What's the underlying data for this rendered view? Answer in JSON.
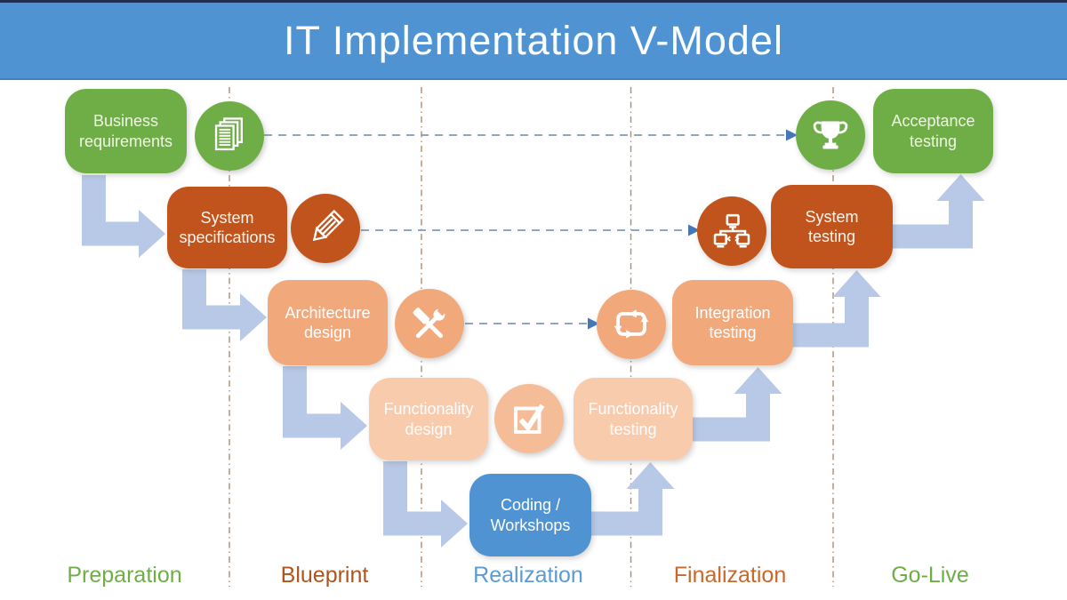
{
  "header": {
    "title": "IT Implementation V-Model"
  },
  "nodes": [
    {
      "id": "business-requirements",
      "label": "Business requirements"
    },
    {
      "id": "system-specifications",
      "label": "System specifications"
    },
    {
      "id": "architecture-design",
      "label": "Architecture design"
    },
    {
      "id": "functionality-design",
      "label": "Functionality design"
    },
    {
      "id": "coding-workshops",
      "label": "Coding / Workshops"
    },
    {
      "id": "functionality-testing",
      "label": "Functionality testing"
    },
    {
      "id": "integration-testing",
      "label": "Integration testing"
    },
    {
      "id": "system-testing",
      "label": "System testing"
    },
    {
      "id": "acceptance-testing",
      "label": "Acceptance testing"
    }
  ],
  "milestone_icons": [
    "documents-icon",
    "pencil-icon",
    "tools-icon",
    "checklist-icon",
    "loop-icon",
    "network-icon",
    "trophy-icon"
  ],
  "phases": [
    {
      "label": "Preparation",
      "color": "#6fae47"
    },
    {
      "label": "Blueprint",
      "color": "#b0541b"
    },
    {
      "label": "Realization",
      "color": "#5b9bd5"
    },
    {
      "label": "Finalization",
      "color": "#c8682a"
    },
    {
      "label": "Go-Live",
      "color": "#6fae47"
    }
  ],
  "colors": {
    "header_bg": "#4f93d3",
    "green": "#6fae47",
    "dark_orange": "#c0541c",
    "mid_orange": "#f1a97c",
    "light_orange": "#f8cbad",
    "blue": "#4f93d3",
    "flow_arrow": "#b8c9e7",
    "dashed_connector": "#8ba6c8",
    "phase_separator": "#a5794f"
  }
}
